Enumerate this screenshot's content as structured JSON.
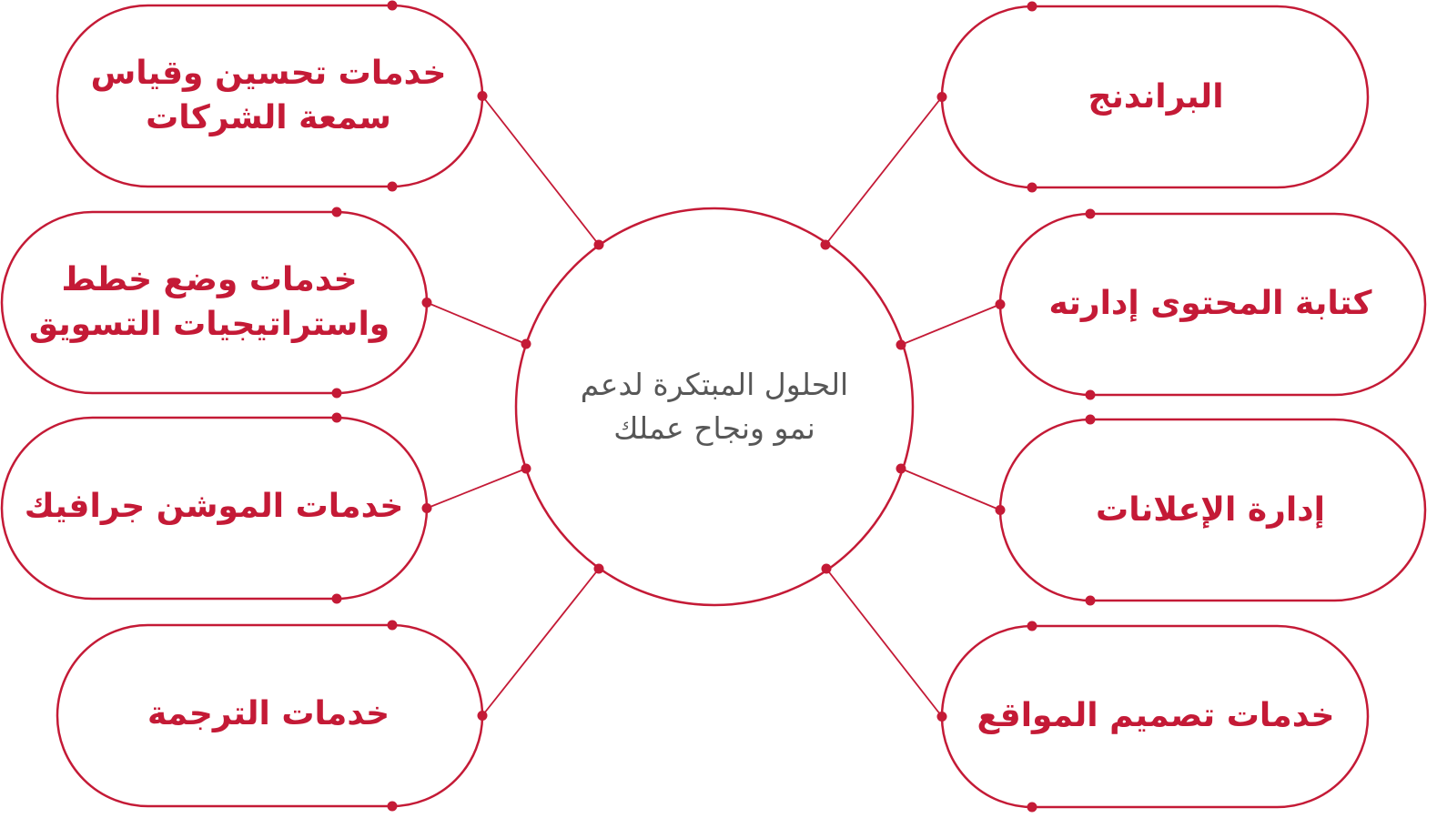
{
  "colors": {
    "accent": "#c41a36",
    "center_text": "#575757",
    "background": "#ffffff"
  },
  "center": {
    "label": "الحلول المبتكرة لدعم\nنمو ونجاح عملك"
  },
  "services": {
    "left": [
      {
        "label": "خدمات تحسين وقياس\nسمعة الشركات"
      },
      {
        "label": "خدمات وضع خطط\nواستراتيجيات التسويق"
      },
      {
        "label": "خدمات الموشن جرافيك"
      },
      {
        "label": "خدمات الترجمة"
      }
    ],
    "right": [
      {
        "label": "البراندنج"
      },
      {
        "label": "كتابة المحتوى إدارته"
      },
      {
        "label": "إدارة الإعلانات"
      },
      {
        "label": "خدمات تصميم المواقع"
      }
    ]
  }
}
